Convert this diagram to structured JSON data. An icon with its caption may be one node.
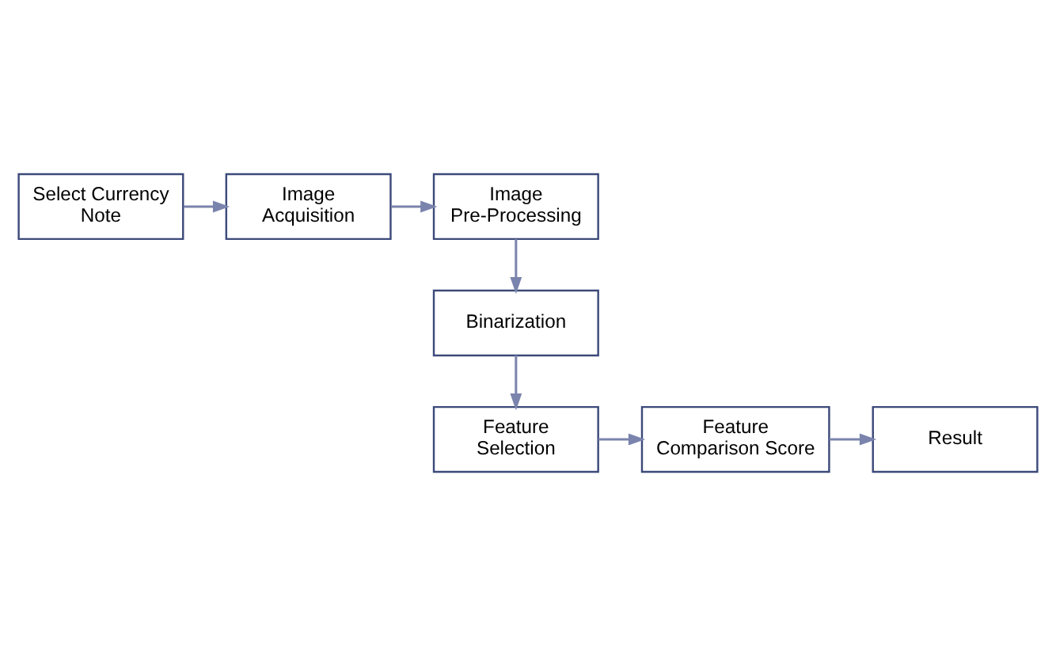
{
  "diagram": {
    "nodes": [
      {
        "text": [
          "Select Currency Note"
        ]
      },
      {
        "text": [
          "Image Acquisition"
        ]
      },
      {
        "text": [
          "Image Pre-Processing"
        ]
      },
      {
        "text": [
          "Binarization"
        ]
      },
      {
        "text": [
          "Feature Selection"
        ]
      },
      {
        "text": [
          "Feature Comparison Score"
        ]
      },
      {
        "text": [
          "Result"
        ]
      }
    ],
    "edges": [
      {
        "from": 0,
        "to": 1,
        "arrow": "to"
      },
      {
        "from": 1,
        "to": 2,
        "arrow": "to"
      },
      {
        "from": 2,
        "to": 3,
        "arrow": "to"
      },
      {
        "from": 3,
        "to": 4,
        "arrow": "to"
      },
      {
        "from": 4,
        "to": 5,
        "arrow": "to"
      },
      {
        "from": 5,
        "to": 6,
        "arrow": "to"
      }
    ]
  }
}
